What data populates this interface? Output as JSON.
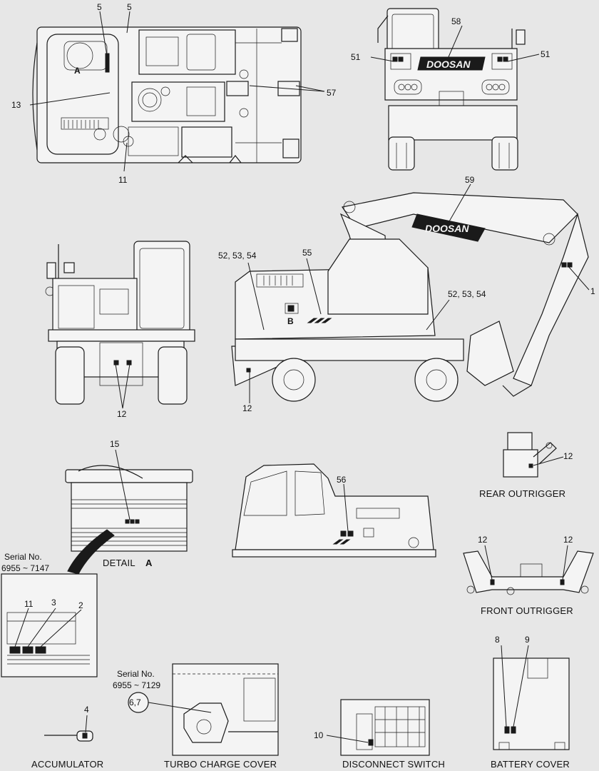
{
  "callouts": {
    "top_view": {
      "c5a": "5",
      "c5b": "5",
      "c13": "13",
      "c11": "11",
      "a": "A"
    },
    "front_view": {
      "c58": "58",
      "c51a": "51",
      "c51b": "51",
      "c57": "57",
      "brand": "DOOSAN"
    },
    "rear_view": {
      "c12": "12"
    },
    "side_view": {
      "c59": "59",
      "c52l": "52, 53, 54",
      "c55": "55",
      "c52r": "52, 53, 54",
      "c1": "1",
      "b": "B",
      "c12": "12",
      "brand": "DOOSAN"
    },
    "detail_a": {
      "c15": "15",
      "title": "DETAIL",
      "letter": "A",
      "serial": "Serial No.",
      "range": "6955 ~ 7147",
      "c11": "11",
      "c3": "3",
      "c2": "2"
    },
    "cab_view": {
      "c56": "56"
    },
    "rear_outrigger": {
      "c12": "12",
      "caption": "REAR OUTRIGGER"
    },
    "front_outrigger": {
      "c12a": "12",
      "c12b": "12",
      "caption": "FRONT OUTRIGGER"
    },
    "accumulator": {
      "c4": "4",
      "caption": "ACCUMULATOR"
    },
    "turbo": {
      "serial": "Serial No.",
      "range": "6955 ~ 7129",
      "c67": "6,7",
      "caption": "TURBO CHARGE COVER"
    },
    "disconnect": {
      "c10": "10",
      "caption": "DISCONNECT SWITCH"
    },
    "battery": {
      "c8": "8",
      "c9": "9",
      "caption": "BATTERY COVER"
    }
  }
}
